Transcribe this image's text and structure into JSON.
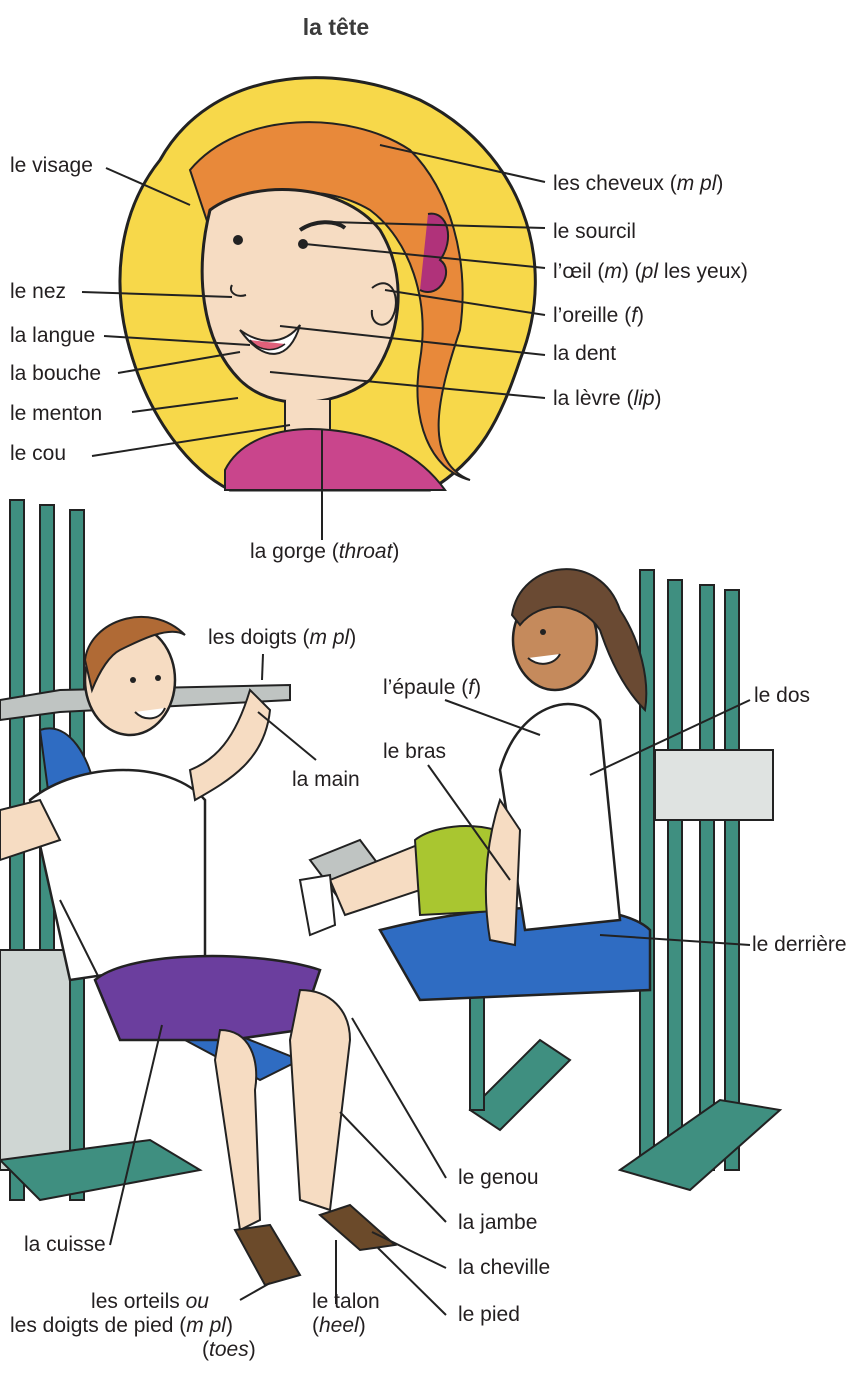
{
  "title": "la tête",
  "head_labels": {
    "visage": "le visage",
    "cheveux": "les cheveux",
    "cheveux_note": "m pl",
    "sourcil": "le sourcil",
    "oeil": "l’œil",
    "oeil_gender": "m",
    "oeil_plural_note": "pl",
    "oeil_plural": " les yeux",
    "nez": "le nez",
    "oreille": "l’oreille",
    "oreille_gender": "f",
    "langue": "la langue",
    "dent": "la dent",
    "bouche": "la bouche",
    "levre": "la lèvre",
    "levre_en": "lip",
    "menton": "le menton",
    "cou": "le cou",
    "gorge": "la gorge",
    "gorge_en": "throat"
  },
  "body_labels": {
    "doigts": "les doigts",
    "doigts_note": "m pl",
    "epaule": "l’épaule",
    "epaule_gender": "f",
    "dos": "le dos",
    "bras": "le bras",
    "main": "la main",
    "derriere": "le derrière",
    "genou": "le genou",
    "jambe": "la jambe",
    "cuisse": "la cuisse",
    "cheville": "la cheville",
    "orteils_line1": "les orteils",
    "orteils_ou": "ou",
    "orteils_line2": "les doigts de pied",
    "orteils_note": "m pl",
    "orteils_en": "toes",
    "talon": "le talon",
    "talon_en": "heel",
    "pied": "le pied"
  },
  "colors": {
    "halo": "#f7d84a",
    "hair": "#e8893a",
    "skin": "#f6dcc2",
    "shirt_pink": "#c9458c",
    "machine_teal": "#3f8f80",
    "seat_blue": "#2f6cc2",
    "shorts_purple": "#6b3e9e",
    "shorts_green": "#a9c630",
    "line": "#222222"
  }
}
